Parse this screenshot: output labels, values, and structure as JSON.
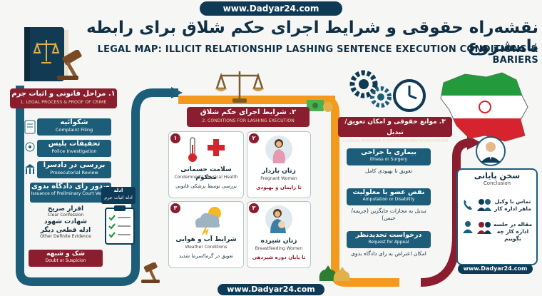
{
  "site": {
    "url_top": "www.Dadyar24.com",
    "url_bottom": "www.Dadyar24.com",
    "url_right": "www.Dadyar24.com"
  },
  "title": {
    "fa": "نقشه‌راه حقوقی و شرایط اجرای حکم شلاق برای رابطه نامشروع",
    "en": "LEGAL MAP: ILLICIT RELATIONSHIP LASHING SENTENCE EXECUTION CONDITIONS & BARIERS"
  },
  "section1": {
    "fa": "۱. مراحل قانونی و اثبات جرم",
    "en": "1. LEGAL PROCESS & PROOF OF CRIME",
    "steps": [
      {
        "fa": "شکوائیه",
        "en": "Complaint Filing"
      },
      {
        "fa": "تحقیقات پلیس",
        "en": "Police Investigation"
      },
      {
        "fa": "بررسی در دادسرا",
        "en": "Prosecutorial Review"
      },
      {
        "fa": "صدور رای دادگاه بدوی",
        "en": "Issuance of Preliminary Court Verdict"
      }
    ],
    "evidence_badge": {
      "line1": "ادله",
      "line2": "ادله اثبات جرم"
    },
    "evidence": [
      {
        "fa": "اقرار صریح",
        "en": "Clear Confession"
      },
      {
        "fa": "شهادت شهود",
        "en": ""
      },
      {
        "fa": "ادله قطعی دیگر",
        "en": "Other Definite Evidence"
      },
      {
        "fa": "شک و شبهه",
        "en": "Doubt or Suspicion"
      }
    ]
  },
  "section2": {
    "fa": "۲. شرایط اجرای حکم شلاق",
    "en": "2. CONDITIONS FOR LASHING EXECUTION",
    "cards": [
      {
        "num": "۱",
        "fa": "سلامت جسمانی محکوم",
        "en": "Condemned's Physical Health",
        "note": "بررسی توسط پزشکی قانونی",
        "warn": false
      },
      {
        "num": "۲",
        "fa": "زنان باردار",
        "en": "Pregnant Women",
        "note": "تا زایمان و بهبودی",
        "warn": true
      },
      {
        "num": "۳",
        "fa": "شرایط آب و هوایی",
        "en": "Weather Conditions",
        "note": "تعویق در گرما/سرما شدید",
        "warn": false
      },
      {
        "num": "۳",
        "fa": "زنان شیرده",
        "en": "Breastfeeding Women",
        "note": "تا پایان دوره شیردهی",
        "warn": true
      }
    ]
  },
  "section3": {
    "fa": "۳. موانع حقوقی و امکان تعویق/تبدیل",
    "en": "3. LEGAL BARRIERS & POSTPONEMENT/CONVERSION",
    "bars": [
      {
        "fa": "بیماری یا جراحی",
        "en": "Illness or Surgery",
        "note": "تعویق تا بهبودی کامل"
      },
      {
        "fa": "نقص عضو یا معلولیت",
        "en": "Amputation or Disability",
        "note": "تبدیل به مجازات جایگزین (جریمه/حبس)"
      },
      {
        "fa": "درخواست تجدیدنظر",
        "en": "Request for Appeal",
        "note": "امکان اعتراض به رای دادگاه بدوی"
      }
    ]
  },
  "conclusion": {
    "fa": "سخن پایانی",
    "en": "Conclusion",
    "items": [
      {
        "text": "تماس با وکیل ماهر اداره کار"
      },
      {
        "text": "مقاله در جلسه اداره کار چه بگوییم"
      }
    ]
  },
  "colors": {
    "navy": "#0f3a55",
    "teal": "#1c5d7a",
    "maroon": "#8b1e2e",
    "orange": "#f39a1e",
    "green": "#239a3b"
  }
}
